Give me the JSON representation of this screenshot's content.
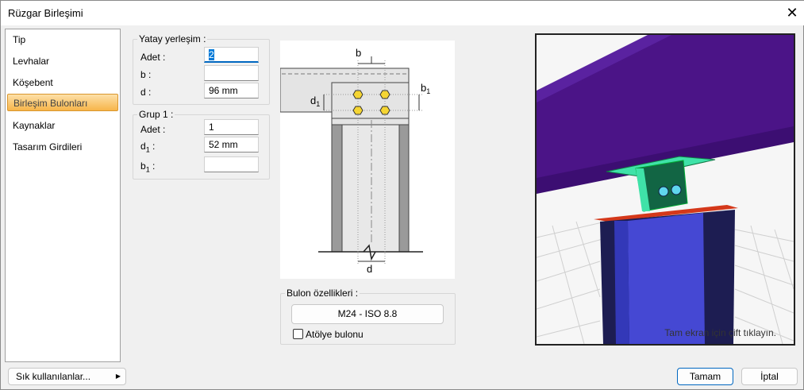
{
  "window": {
    "title": "Rüzgar Birleşimi",
    "close_icon": "close-icon"
  },
  "nav": {
    "items": [
      "Tip",
      "Levhalar",
      "Köşebent",
      "Birleşim Bulonları",
      "Kaynaklar",
      "Tasarım Girdileri"
    ],
    "selected": 3
  },
  "yatay": {
    "legend": "Yatay yerleşim :",
    "adet_label": "Adet :",
    "adet_value": "2",
    "b_label": "b :",
    "b_value": "",
    "d_label": "d :",
    "d_value": "96 mm"
  },
  "grup1": {
    "legend": "Grup 1 :",
    "adet_label": "Adet :",
    "adet_value": "1",
    "d1_label": "d",
    "d1_sub": "1",
    "d1_colon": " :",
    "d1_value": "52 mm",
    "b1_label": "b",
    "b1_sub": "1",
    "b1_colon": " :",
    "b1_value": ""
  },
  "diagram": {
    "b": "b",
    "b1": "b",
    "b1_sub": "1",
    "d1": "d",
    "d1_sub": "1",
    "d": "d"
  },
  "bolt": {
    "legend": "Bulon özellikleri :",
    "button": "M24 - ISO 8.8",
    "checkbox_label": "Atölye bulonu",
    "checked": false
  },
  "viewport": {
    "hint": "Tam ekran için çift tıklayın."
  },
  "footer": {
    "favorites": "Sık kullanılanlar...",
    "ok": "Tamam",
    "cancel": "İptal"
  }
}
